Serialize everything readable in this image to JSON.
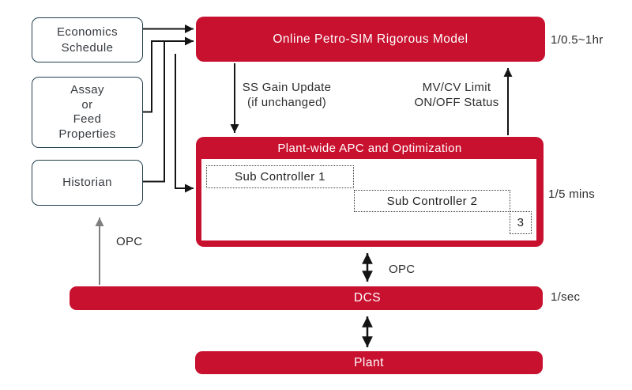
{
  "colors": {
    "red": "#c8112f",
    "box_border": "#24404f",
    "ink": "#2e2e2e",
    "arrow_black": "#141414",
    "arrow_gray": "#7f7f7f"
  },
  "sources": {
    "economics": {
      "line1": "Economics",
      "line2": "Schedule"
    },
    "assay": {
      "line1": "Assay",
      "line2": "or",
      "line3": "Feed",
      "line4": "Properties"
    },
    "historian": {
      "label": "Historian"
    }
  },
  "model": {
    "label": "Online Petro-SIM Rigorous Model",
    "rate": "1/0.5~1hr"
  },
  "apc": {
    "title": "Plant-wide APC and Optimization",
    "rate": "1/5 mins",
    "sub1": "Sub Controller 1",
    "sub2": "Sub Controller 2",
    "sub3": "3"
  },
  "flows": {
    "ss_gain_line1": "SS Gain Update",
    "ss_gain_line2": "(if unchanged)",
    "mvcv_line1": "MV/CV Limit",
    "mvcv_line2": "ON/OFF Status",
    "opc_dcs": "OPC",
    "opc_historian": "OPC"
  },
  "dcs": {
    "label": "DCS",
    "rate": "1/sec"
  },
  "plant": {
    "label": "Plant"
  }
}
